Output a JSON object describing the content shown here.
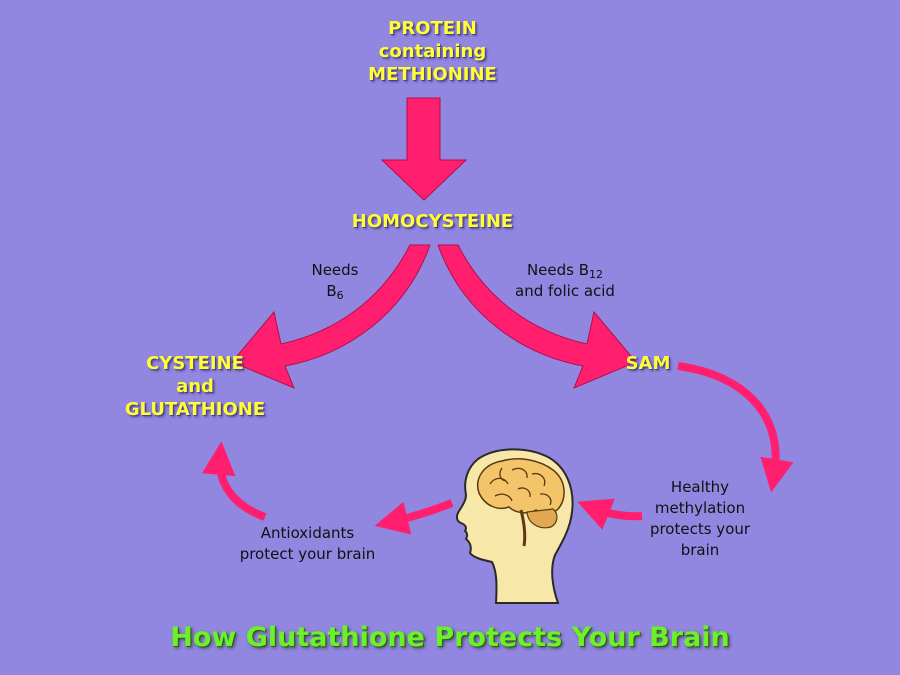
{
  "colors": {
    "background": "#9187e0",
    "arrow": "#ff1f6e",
    "node_text": "#ffff33",
    "title_text": "#6cf02a",
    "note_text": "#111111",
    "head_skin": "#f7e7a8",
    "brain": "#f3c46a"
  },
  "nodes": {
    "protein": [
      "PROTEIN",
      "containing",
      "METHIONINE"
    ],
    "homocysteine": "HOMOCYSTEINE",
    "cysteine": [
      "CYSTEINE",
      "and",
      "GLUTATHIONE"
    ],
    "sam": "SAM"
  },
  "notes": {
    "b6": {
      "line1": "Needs",
      "line2_base": "B",
      "line2_sub": "6"
    },
    "b12": {
      "line1_base": "Needs B",
      "line1_sub": "12",
      "line2": "and folic acid"
    },
    "methylation": [
      "Healthy",
      "methylation",
      "protects your",
      "brain"
    ],
    "antioxidants": [
      "Antioxidants",
      "protect your brain"
    ]
  },
  "icons": {
    "head": "human-head-with-brain-icon"
  },
  "title": "How Glutathione Protects Your Brain"
}
